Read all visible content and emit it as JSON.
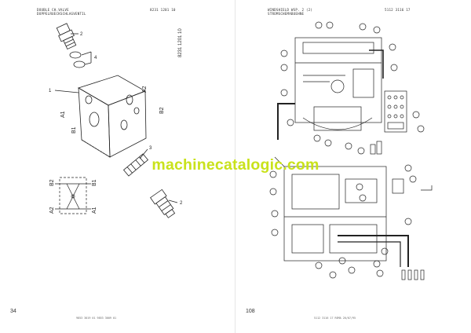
{
  "left_page": {
    "header_title": "DOUBLE CH.VALVE",
    "header_subtitle": "DOPPELRUECKSCHLAGVENTIL",
    "header_code": "8231 1201 10",
    "vertical_code": "8231 1201 10",
    "page_number": "34",
    "footer": "9853 3019 01  9853 3009 01",
    "callouts": [
      "1",
      "2",
      "3",
      "4",
      "2"
    ],
    "port_labels": [
      "A1",
      "B1",
      "A2",
      "B2"
    ],
    "schematic_labels": [
      "B2",
      "B1",
      "A2",
      "A1"
    ]
  },
  "right_page": {
    "header_title": "WINDSHIELD WSP. 2 (2)",
    "header_subtitle": "STROMSCHEMABUEHNE",
    "header_code": "5112 3116 17",
    "page_number": "108",
    "footer": "5112 3116 17  REMA  20/07/95"
  },
  "watermark": "machinecatalogic.com",
  "colors": {
    "line": "#222222",
    "watermark": "#c9e21b"
  }
}
